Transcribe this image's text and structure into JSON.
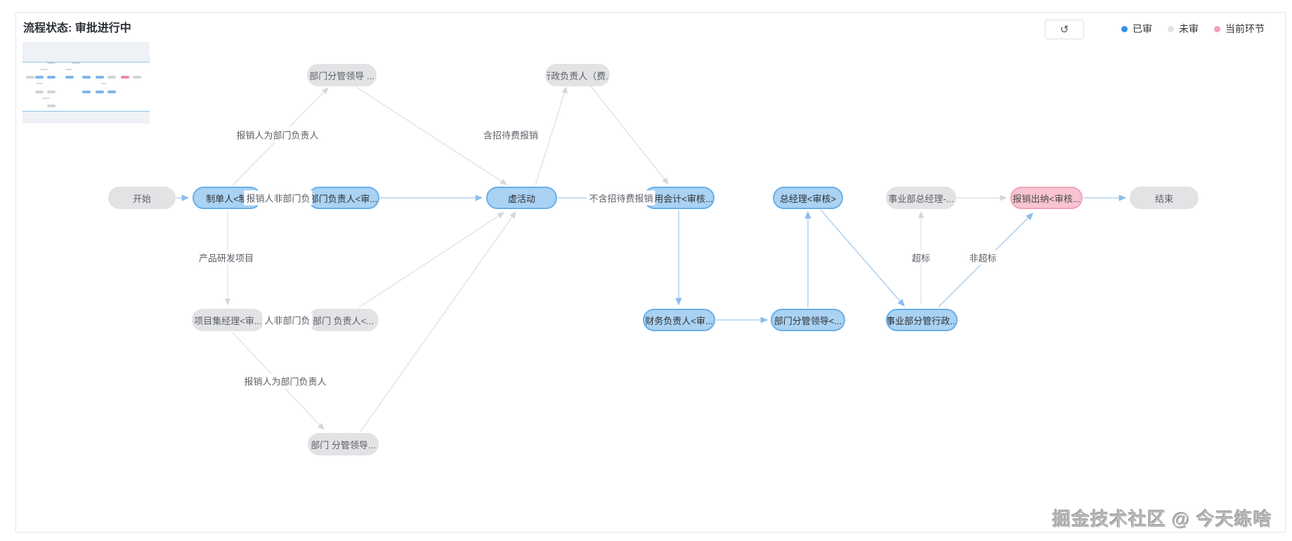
{
  "header": {
    "title": "流程状态: 审批进行中"
  },
  "toolbar": {
    "undo_icon": "↺"
  },
  "legend": {
    "items": [
      {
        "label": "已审",
        "color": "#3c8cf0"
      },
      {
        "label": "未审",
        "color": "#dfe2e6"
      },
      {
        "label": "当前环节",
        "color": "#f29fba"
      }
    ]
  },
  "watermark": {
    "text": "掘金技术社区 @ 今天练啥"
  },
  "flow": {
    "status_colors": {
      "approved": "#a9d2f3",
      "pending": "#e2e3e5",
      "current": "#f8c4d2"
    },
    "edge_colors": {
      "approved": "#a3c9ef",
      "pending": "#dcdee2"
    },
    "nodes": [
      {
        "id": "start",
        "label": "开始",
        "status": "pending"
      },
      {
        "id": "maker",
        "label": "制单人<制",
        "status": "approved"
      },
      {
        "id": "dept-head",
        "label": "部门负责人<审...",
        "status": "approved"
      },
      {
        "id": "virtual-activity",
        "label": "虚活动",
        "status": "approved"
      },
      {
        "id": "expense-accountant",
        "label": "费用会计<审核...",
        "status": "approved"
      },
      {
        "id": "general-manager",
        "label": "总经理<审核>",
        "status": "approved"
      },
      {
        "id": "bu-general-manager",
        "label": "事业部总经理-...",
        "status": "pending"
      },
      {
        "id": "cashier",
        "label": "报销出纳<审核...",
        "status": "current"
      },
      {
        "id": "end",
        "label": "结束",
        "status": "pending"
      },
      {
        "id": "dept-leader-top",
        "label": "部门分管领导 ...",
        "status": "pending"
      },
      {
        "id": "admin-head",
        "label": "行政负责人（费...",
        "status": "pending"
      },
      {
        "id": "project-mgr",
        "label": "项目集经理<审...",
        "status": "pending"
      },
      {
        "id": "dept-head-alt",
        "label": "部门 负责人<...",
        "status": "pending"
      },
      {
        "id": "finance-head",
        "label": "财务负责人<审...",
        "status": "approved"
      },
      {
        "id": "dept-leader-mid",
        "label": "部门分管领导<...",
        "status": "approved"
      },
      {
        "id": "bu-admin-leader",
        "label": "事业部分管行政...",
        "status": "approved"
      },
      {
        "id": "dept-leader-bottom",
        "label": "部门 分管领导...",
        "status": "pending"
      }
    ],
    "edge_labels": [
      {
        "text": "报销人为部门负责人"
      },
      {
        "text": "含招待费报销"
      },
      {
        "text": "报销人非部门负"
      },
      {
        "text": "不含招待费报销"
      },
      {
        "text": "产品研发项目"
      },
      {
        "text": "人非部门负"
      },
      {
        "text": "报销人为部门负责人"
      },
      {
        "text": "超标"
      },
      {
        "text": "非超标"
      }
    ]
  }
}
